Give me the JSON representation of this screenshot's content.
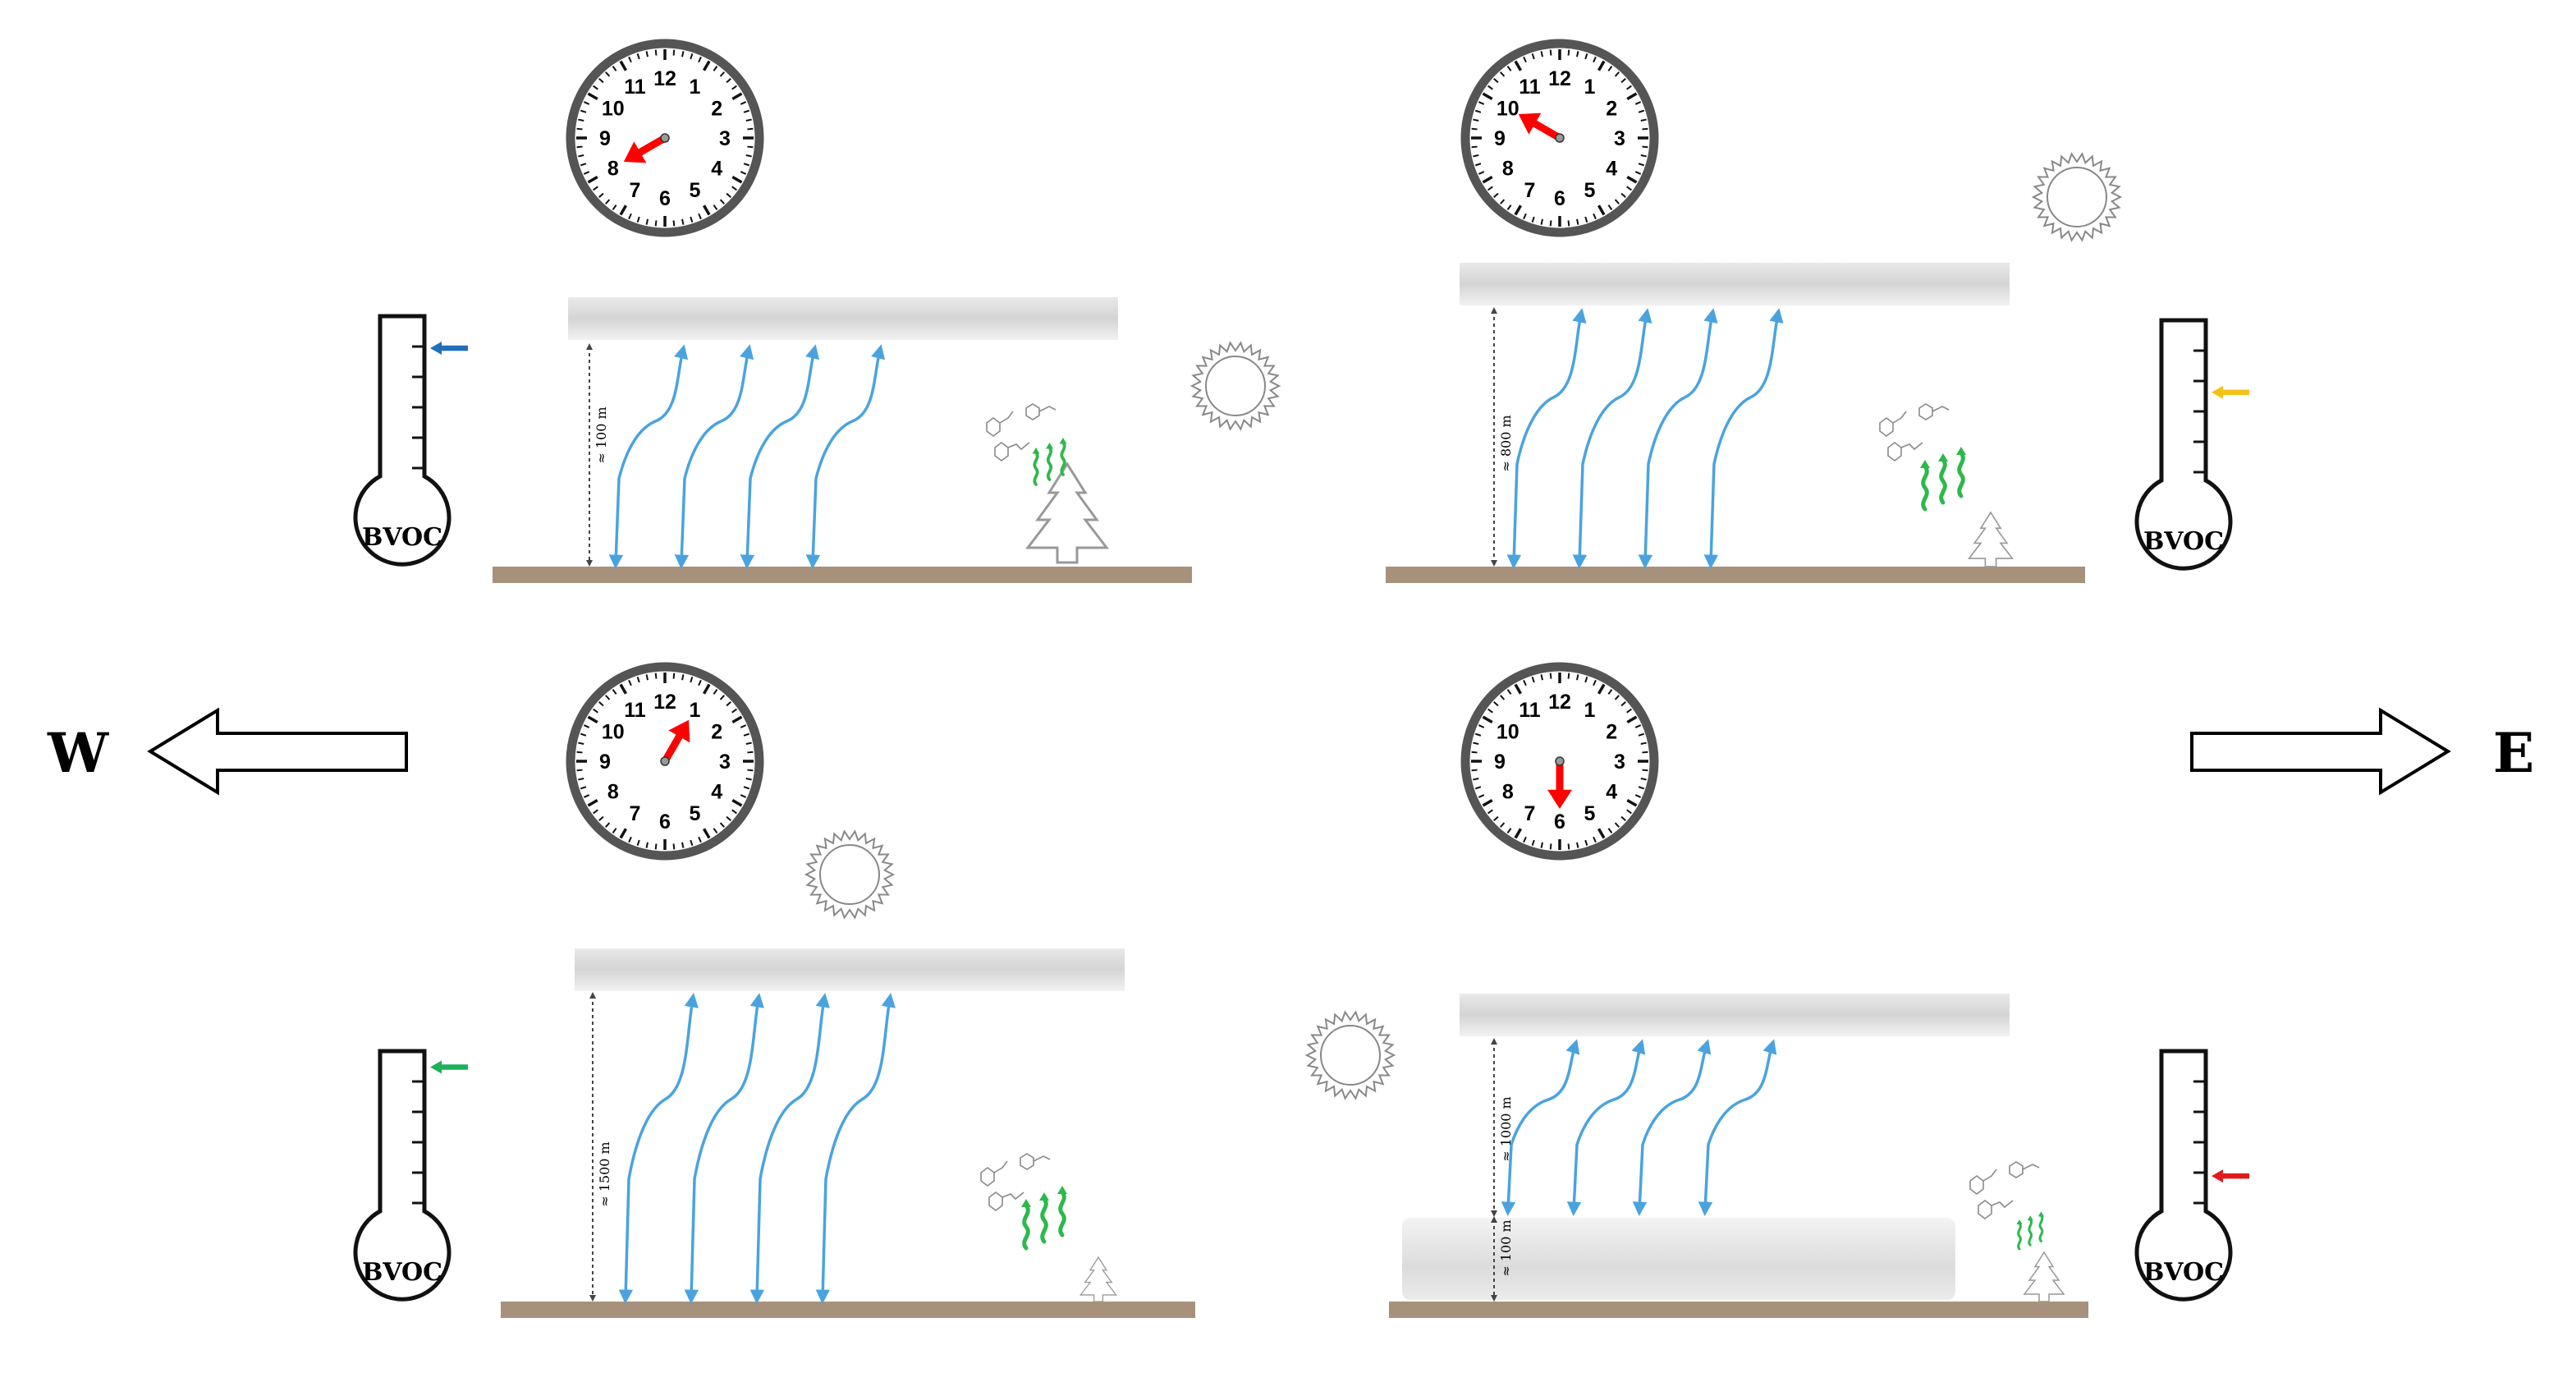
{
  "directions": {
    "west": "W",
    "east": "E"
  },
  "thermometer_label": "BVOC",
  "clock_numbers": [
    "12",
    "1",
    "2",
    "3",
    "4",
    "5",
    "6",
    "7",
    "8",
    "9",
    "10",
    "11"
  ],
  "colors": {
    "wind_arrow": "#4aa3df",
    "hour_hand": "#ff0000",
    "ground": "#a8917b",
    "emission_wave": "#2db84c",
    "cap_layer": "#d9d9d9",
    "dashed_line": "#444444"
  },
  "panels": [
    {
      "id": "top-left",
      "hour": 8,
      "height_label": "≈ 100 m",
      "bvoc_level": 0.8,
      "marker_color": "#1f6fba"
    },
    {
      "id": "top-right",
      "hour": 10,
      "height_label": "≈ 800 m",
      "bvoc_level": 0.55,
      "marker_color": "#f2c21b"
    },
    {
      "id": "bottom-left",
      "hour": 13,
      "height_label": "≈ 1500 m",
      "bvoc_level": 0.9,
      "marker_color": "#1cb05b"
    },
    {
      "id": "bottom-right",
      "hour": 18,
      "height_label": "≈ 1000 m",
      "lower_height_label": "≈ 100 m",
      "bvoc_level": 0.22,
      "marker_color": "#e01b1b"
    }
  ]
}
